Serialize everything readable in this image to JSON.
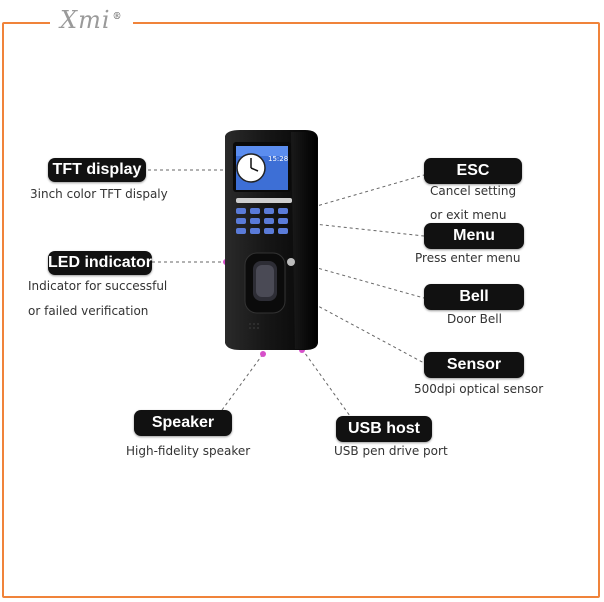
{
  "brand": {
    "logo_text": "Xmi",
    "trademark": "®"
  },
  "colors": {
    "frame_border": "#f0833a",
    "label_bg": "#111111",
    "dot": "#d64fc9"
  },
  "device": {
    "screen_time": "15:28"
  },
  "labels": {
    "tft": {
      "title": "TFT display",
      "desc": "3inch color TFT dispaly"
    },
    "led": {
      "title": "LED indicator",
      "desc1": "Indicator for successful",
      "desc2": "or failed verification"
    },
    "speaker": {
      "title": "Speaker",
      "desc": "High-fidelity speaker"
    },
    "esc": {
      "title": "ESC",
      "desc1": "Cancel setting",
      "desc2": "or exit menu"
    },
    "menu": {
      "title": "Menu",
      "desc": "Press enter  menu"
    },
    "bell": {
      "title": "Bell",
      "desc": "Door Bell"
    },
    "sensor": {
      "title": "Sensor",
      "desc": "500dpi optical sensor"
    },
    "usb": {
      "title": "USB host",
      "desc": "USB pen drive port"
    }
  }
}
